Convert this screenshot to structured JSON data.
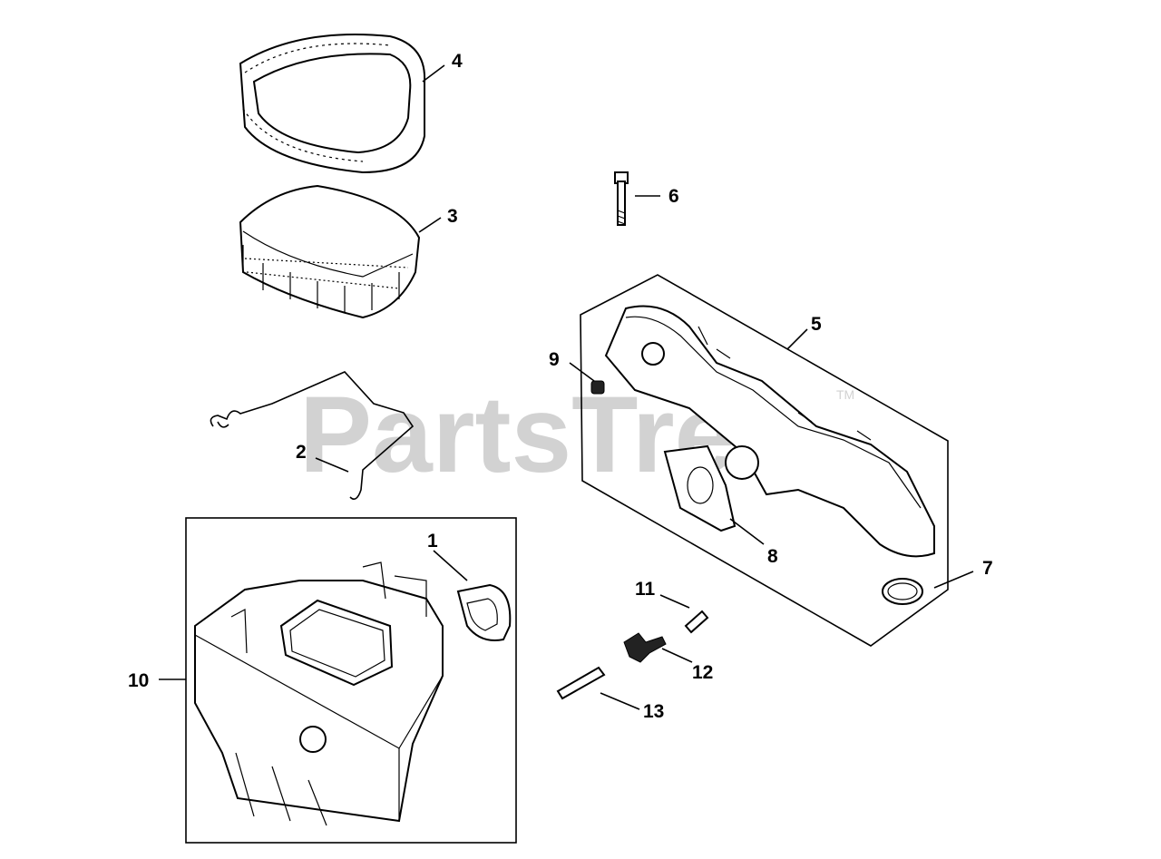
{
  "watermark": {
    "text": "PartsTree",
    "trademark": "TM"
  },
  "callouts": [
    {
      "id": "1",
      "label": "1"
    },
    {
      "id": "2",
      "label": "2"
    },
    {
      "id": "3",
      "label": "3"
    },
    {
      "id": "4",
      "label": "4"
    },
    {
      "id": "5",
      "label": "5"
    },
    {
      "id": "6",
      "label": "6"
    },
    {
      "id": "7",
      "label": "7"
    },
    {
      "id": "8",
      "label": "8"
    },
    {
      "id": "9",
      "label": "9"
    },
    {
      "id": "10",
      "label": "10"
    },
    {
      "id": "11",
      "label": "11"
    },
    {
      "id": "12",
      "label": "12"
    },
    {
      "id": "13",
      "label": "13"
    }
  ]
}
